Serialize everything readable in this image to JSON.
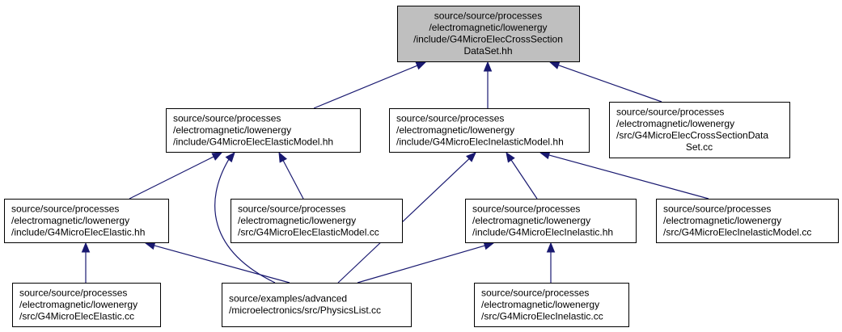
{
  "colors": {
    "edge": "#191970",
    "root_fill": "#bfbfbf",
    "node_fill": "#ffffff",
    "border": "#000000"
  },
  "nodes": [
    {
      "id": "root",
      "lines": [
        "source/source/processes",
        "/electromagnetic/lowenergy",
        "/include/G4MicroElecCrossSection",
        "DataSet.hh"
      ]
    },
    {
      "id": "elastic_model_hh",
      "lines": [
        "source/source/processes",
        "/electromagnetic/lowenergy",
        "/include/G4MicroElecElasticModel.hh"
      ]
    },
    {
      "id": "inelastic_model_hh",
      "lines": [
        "source/source/processes",
        "/electromagnetic/lowenergy",
        "/include/G4MicroElecInelasticModel.hh"
      ]
    },
    {
      "id": "cross_section_cc",
      "lines": [
        "source/source/processes",
        "/electromagnetic/lowenergy",
        "/src/G4MicroElecCrossSectionData",
        "Set.cc"
      ]
    },
    {
      "id": "elastic_hh",
      "lines": [
        "source/source/processes",
        "/electromagnetic/lowenergy",
        "/include/G4MicroElecElastic.hh"
      ]
    },
    {
      "id": "elastic_model_cc",
      "lines": [
        "source/source/processes",
        "/electromagnetic/lowenergy",
        "/src/G4MicroElecElasticModel.cc"
      ]
    },
    {
      "id": "inelastic_hh",
      "lines": [
        "source/source/processes",
        "/electromagnetic/lowenergy",
        "/include/G4MicroElecInelastic.hh"
      ]
    },
    {
      "id": "inelastic_model_cc",
      "lines": [
        "source/source/processes",
        "/electromagnetic/lowenergy",
        "/src/G4MicroElecInelasticModel.cc"
      ]
    },
    {
      "id": "elastic_cc",
      "lines": [
        "source/source/processes",
        "/electromagnetic/lowenergy",
        "/src/G4MicroElecElastic.cc"
      ]
    },
    {
      "id": "physics_list_cc",
      "lines": [
        "source/examples/advanced",
        "/microelectronics/src/PhysicsList.cc"
      ]
    },
    {
      "id": "inelastic_cc",
      "lines": [
        "source/source/processes",
        "/electromagnetic/lowenergy",
        "/src/G4MicroElecInelastic.cc"
      ]
    }
  ],
  "edges": [
    {
      "from": "elastic_model_hh",
      "to": "root"
    },
    {
      "from": "inelastic_model_hh",
      "to": "root"
    },
    {
      "from": "cross_section_cc",
      "to": "root"
    },
    {
      "from": "elastic_hh",
      "to": "elastic_model_hh"
    },
    {
      "from": "physics_list_cc",
      "to": "elastic_model_hh"
    },
    {
      "from": "elastic_model_cc",
      "to": "elastic_model_hh"
    },
    {
      "from": "physics_list_cc",
      "to": "inelastic_model_hh"
    },
    {
      "from": "inelastic_hh",
      "to": "inelastic_model_hh"
    },
    {
      "from": "inelastic_model_cc",
      "to": "inelastic_model_hh"
    },
    {
      "from": "elastic_cc",
      "to": "elastic_hh"
    },
    {
      "from": "physics_list_cc",
      "to": "elastic_hh"
    },
    {
      "from": "physics_list_cc",
      "to": "inelastic_hh"
    },
    {
      "from": "inelastic_cc",
      "to": "inelastic_hh"
    }
  ]
}
